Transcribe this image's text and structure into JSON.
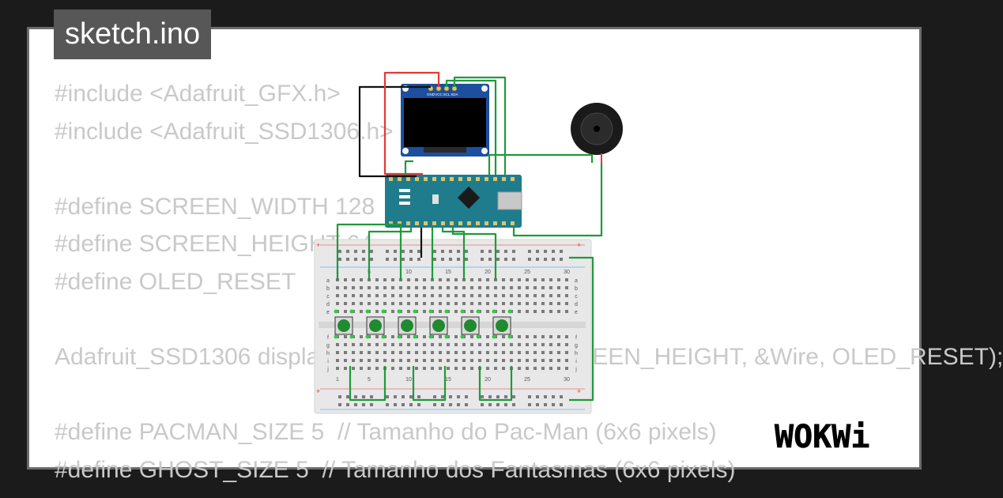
{
  "title": "sketch.ino",
  "brand": "WOKWi",
  "code_lines": [
    "#include <Adafruit_GFX.h>",
    "#include <Adafruit_SSD1306.h>",
    "",
    "#define SCREEN_WIDTH 128",
    "#define SCREEN_HEIGHT 64",
    "#define OLED_RESET",
    "",
    "Adafruit_SSD1306 display(SCREEN_WIDTH, SCREEN_HEIGHT, &Wire, OLED_RESET);",
    "",
    "#define PACMAN_SIZE 5  // Tamanho do Pac-Man (6x6 pixels)",
    "#define GHOST_SIZE 5  // Tamanho dos Fantasmas (6x6 pixels)"
  ],
  "oled": {
    "pins": [
      "GND",
      "VCC",
      "SCL",
      "SDA"
    ]
  },
  "breadboard": {
    "column_numbers": [
      "1",
      "5",
      "10",
      "15",
      "20",
      "25",
      "30"
    ],
    "rows_top": [
      "a",
      "b",
      "c",
      "d",
      "e"
    ],
    "rows_bottom": [
      "f",
      "g",
      "h",
      "i",
      "j"
    ],
    "rail_sign": "+"
  },
  "buttons_count": 6,
  "colors": {
    "wire_green": "#1f9a3a",
    "wire_red": "#e53935",
    "wire_black": "#111111",
    "arduino": "#1f7c8c",
    "oled_board": "#1c4f9e",
    "button": "#1f8a2e",
    "code_text": "#c9c9c9",
    "title_bg": "#575757"
  }
}
